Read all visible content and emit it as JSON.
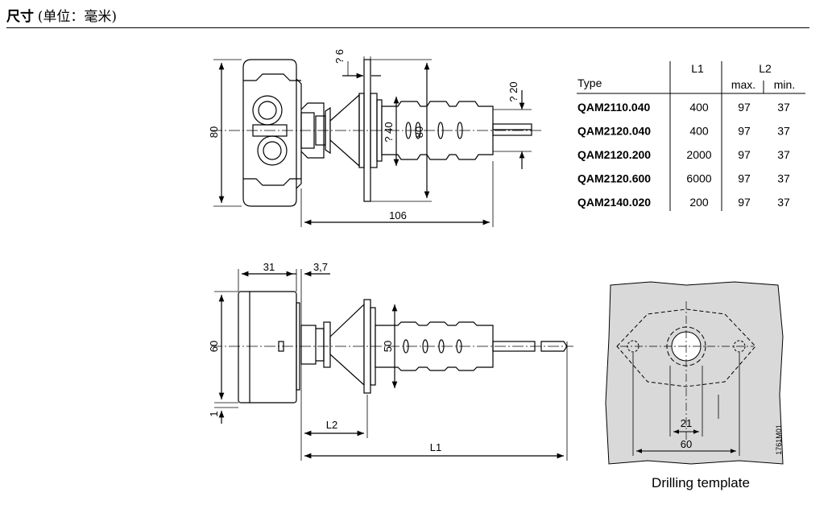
{
  "heading": {
    "bold": "尺寸",
    "normal": "(单位：毫米)"
  },
  "dims": {
    "top_height": "80",
    "top_flange_thk": "? 6",
    "top_probe_dia": "? 20",
    "top_tube_dia": "? 40",
    "top_flange": "80",
    "top_length": "106",
    "side_depth": "31",
    "side_gap": "3,7",
    "side_height": "60",
    "side_tube": "50",
    "side_bottom": "1",
    "l2_label": "L2",
    "l1_label": "L1"
  },
  "table": {
    "header_type": "Type",
    "header_l1": "L1",
    "header_l2": "L2",
    "header_max": "max.",
    "header_min": "min.",
    "rows": [
      {
        "type": "QAM2110.040",
        "l1": "400",
        "max": "97",
        "min": "37"
      },
      {
        "type": "QAM2120.040",
        "l1": "400",
        "max": "97",
        "min": "37"
      },
      {
        "type": "QAM2120.200",
        "l1": "2000",
        "max": "97",
        "min": "37"
      },
      {
        "type": "QAM2120.600",
        "l1": "6000",
        "max": "97",
        "min": "37"
      },
      {
        "type": "QAM2140.020",
        "l1": "200",
        "max": "97",
        "min": "37"
      }
    ]
  },
  "template": {
    "dim_small": "21",
    "dim_large": "60",
    "code": "1761M01",
    "caption": "Drilling template"
  }
}
